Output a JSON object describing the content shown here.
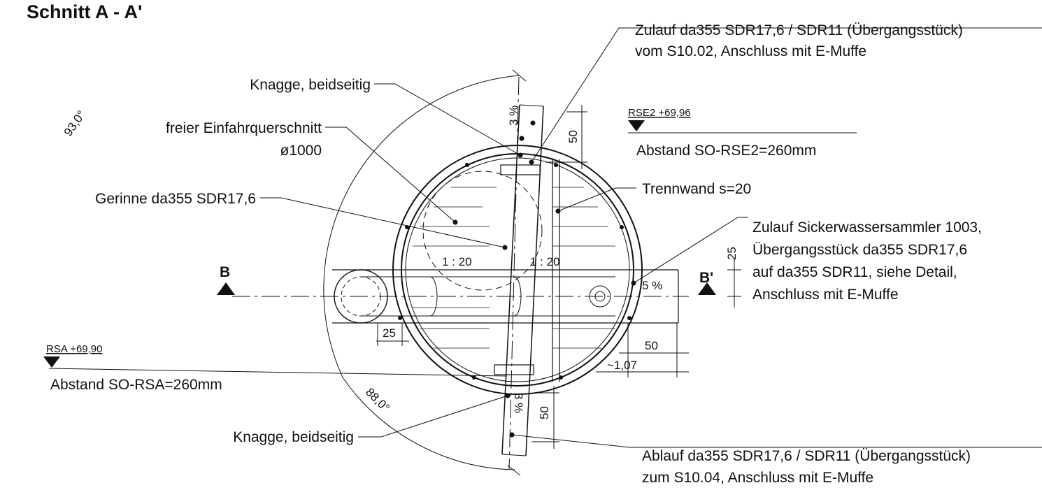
{
  "drawing": {
    "title": "Schnitt A - A'",
    "section_marks": {
      "left": "B",
      "right": "B'"
    },
    "callouts": {
      "zulauf_top": [
        "Zulauf da355 SDR17,6 / SDR11 (Übergangsstück)",
        "vom S10.02, Anschluss mit E-Muffe"
      ],
      "knagge_top": "Knagge, beidseitig",
      "einfahr": [
        "freier Einfahrquerschnitt",
        "ø1000"
      ],
      "gerinne": "Gerinne da355 SDR17,6",
      "trennwand": "Trennwand s=20",
      "zulauf_sicker": [
        "Zulauf Sickerwassersammler 1003,",
        "Übergangsstück da355 SDR17,6",
        "auf da355 SDR11, siehe Detail,",
        "Anschluss mit E-Muffe"
      ],
      "knagge_bottom": "Knagge, beidseitig",
      "ablauf": [
        "Ablauf da355 SDR17,6 / SDR11 (Übergangsstück)",
        "zum S10.04, Anschluss mit E-Muffe"
      ]
    },
    "levels": {
      "rse2_label": "RSE2 +69,96",
      "rse2_note": "Abstand SO-RSE2=260mm",
      "rsa_label": "RSA +69,90",
      "rsa_note": "Abstand SO-RSA=260mm"
    },
    "dimensions": {
      "angle_top": "93,0°",
      "angle_bottom": "88,0°",
      "slope_top": "3 %",
      "slope_bottom": "3 %",
      "slope_left": "1 : 20",
      "slope_right": "1 : 20",
      "slope_side": "5 %",
      "dim_50_top": "50",
      "dim_50_bottom": "50",
      "dim_50_right": "50",
      "dim_25_left": "25",
      "dim_25_right": "25",
      "dim_107": "~1,07"
    }
  }
}
